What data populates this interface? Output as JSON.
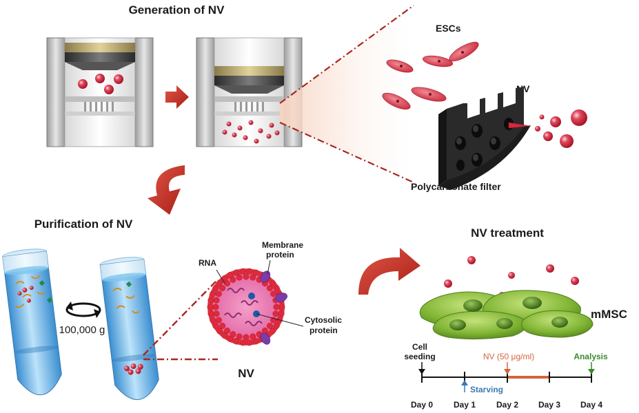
{
  "titles": {
    "generation": "Generation of NV",
    "purification": "Purification of NV",
    "treatment": "NV treatment"
  },
  "labels": {
    "escs": "ESCs",
    "nv_filter": "NV",
    "polycarbonate_filter": "Polycarbonate filter",
    "centrifuge_speed": "100,000 g",
    "rna": "RNA",
    "membrane_protein_line1": "Membrane",
    "membrane_protein_line2": "protein",
    "cytosolic_protein_line1": "Cytosolic",
    "cytosolic_protein_line2": "protein",
    "nv_vesicle": "NV",
    "mmsc": "mMSC"
  },
  "timeline": {
    "cell_seeding_line1": "Cell",
    "cell_seeding_line2": "seeding",
    "nv_dose": "NV (50 μg/ml)",
    "starving": "Starving",
    "analysis": "Analysis",
    "days": [
      "Day 0",
      "Day 1",
      "Day 2",
      "Day 3",
      "Day 4"
    ]
  },
  "colors": {
    "red_arrow": "#c8382e",
    "vesicle_red": "#d8283c",
    "dark_red_dash": "#a8281e",
    "cell_green": "#7cb030",
    "tube_blue": "#5aaee0",
    "filter_gray": "#3a3a3a",
    "orange_bar": "#d2643c",
    "starving_blue": "#3a78b4",
    "analysis_green": "#3a8a2a"
  },
  "icons": {
    "rotation": "clockwise-rotation-arrow-icon",
    "flow_arrows": "curved-red-arrow-icon"
  }
}
